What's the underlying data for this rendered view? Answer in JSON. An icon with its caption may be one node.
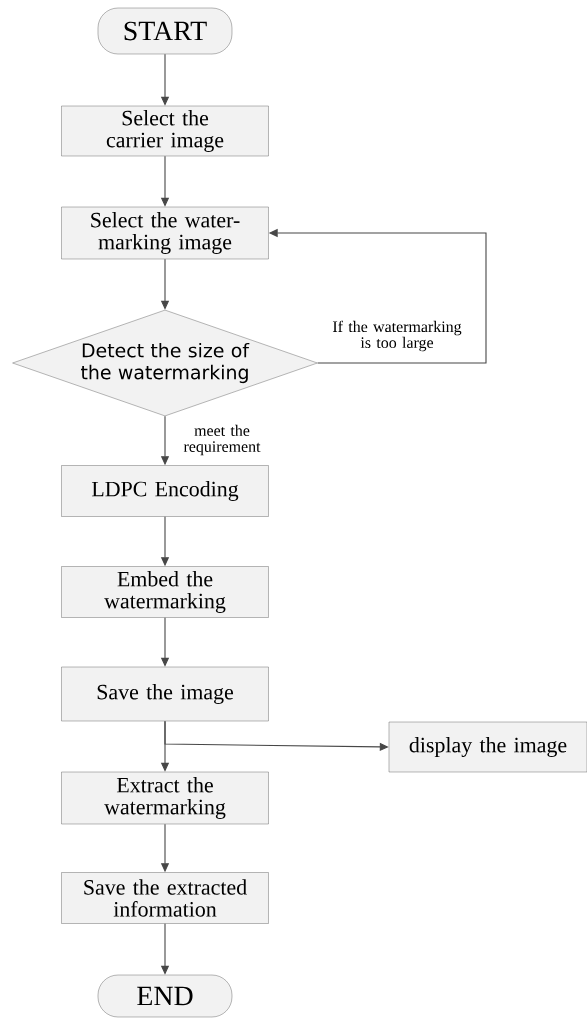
{
  "diagram": {
    "nodes": [
      {
        "text": [
          "START"
        ]
      },
      {
        "text": [
          "Select the carrier image"
        ]
      },
      {
        "text": [
          "Select the water- marking image"
        ]
      },
      {
        "text": [
          "Detect the size of the watermarking"
        ]
      },
      {
        "text": [
          "LDPC Encoding"
        ]
      },
      {
        "text": [
          "Embed the watermarking"
        ]
      },
      {
        "text": [
          "Save the image"
        ]
      },
      {
        "text": [
          "Extract the watermarking"
        ]
      },
      {
        "text": [
          "Save the extracted information"
        ]
      },
      {
        "text": [
          "END"
        ]
      },
      {
        "text": [
          "display the image"
        ]
      }
    ],
    "edges": [
      {
        "from": 0,
        "to": 1,
        "arrow": "to"
      },
      {
        "from": 1,
        "to": 2,
        "arrow": "to"
      },
      {
        "from": 2,
        "to": 3,
        "arrow": "to"
      },
      {
        "from": 3,
        "to": 2,
        "arrow": "to",
        "label": "If the watermarking is too large"
      },
      {
        "from": 3,
        "to": 4,
        "arrow": "to",
        "label": "meet the requirement"
      },
      {
        "from": 4,
        "to": 5,
        "arrow": "to"
      },
      {
        "from": 5,
        "to": 6,
        "arrow": "to"
      },
      {
        "from": 6,
        "to": 7,
        "arrow": "to"
      },
      {
        "from": 6,
        "to": 10,
        "arrow": "to"
      },
      {
        "from": 7,
        "to": 8,
        "arrow": "to"
      },
      {
        "from": 8,
        "to": 9,
        "arrow": "to"
      }
    ]
  }
}
